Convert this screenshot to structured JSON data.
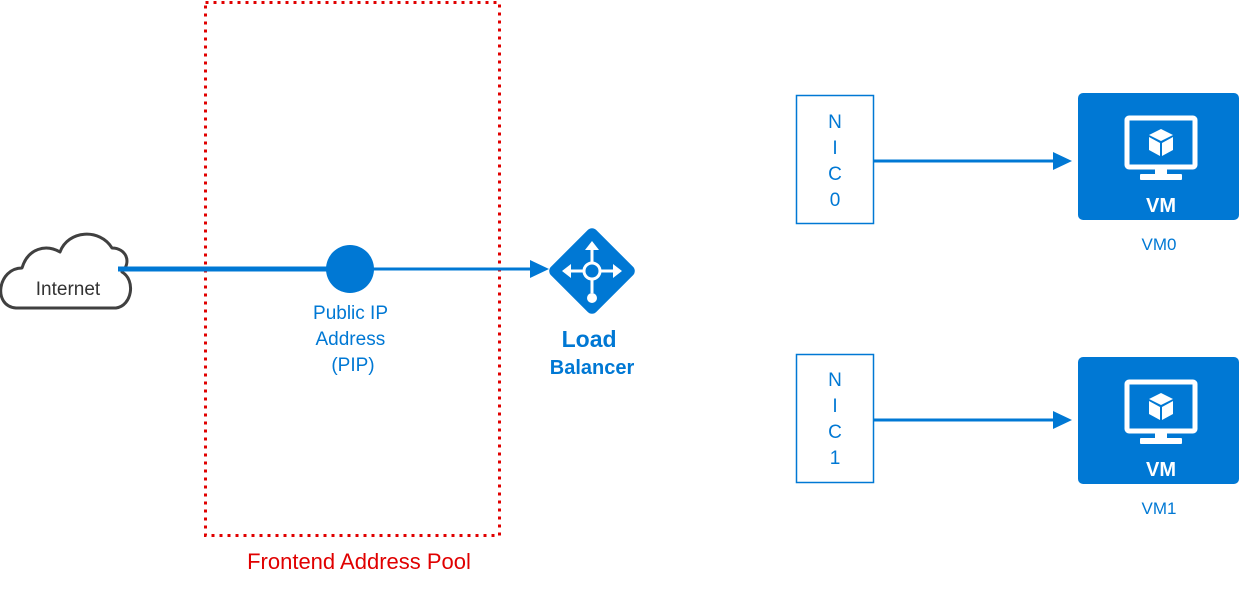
{
  "colors": {
    "azure_blue": "#0078d4",
    "pool_red": "#e00000",
    "cloud_stroke": "#404040",
    "text_dark": "#333333",
    "white": "#ffffff"
  },
  "internet": {
    "label": "Internet",
    "icon": "cloud-icon"
  },
  "frontend_pool": {
    "label": "Frontend Address Pool"
  },
  "pip": {
    "label_lines": [
      "Public IP",
      "Address",
      "(PIP)"
    ],
    "icon": "circle-icon"
  },
  "load_balancer": {
    "label_lines": [
      "Load",
      "Balancer"
    ],
    "icon": "load-balancer-icon"
  },
  "nics": [
    {
      "letters": [
        "N",
        "I",
        "C",
        "0"
      ]
    },
    {
      "letters": [
        "N",
        "I",
        "C",
        "1"
      ]
    }
  ],
  "vms": [
    {
      "tile_label": "VM",
      "caption": "VM0",
      "icon": "monitor-cube-icon"
    },
    {
      "tile_label": "VM",
      "caption": "VM1",
      "icon": "monitor-cube-icon"
    }
  ]
}
